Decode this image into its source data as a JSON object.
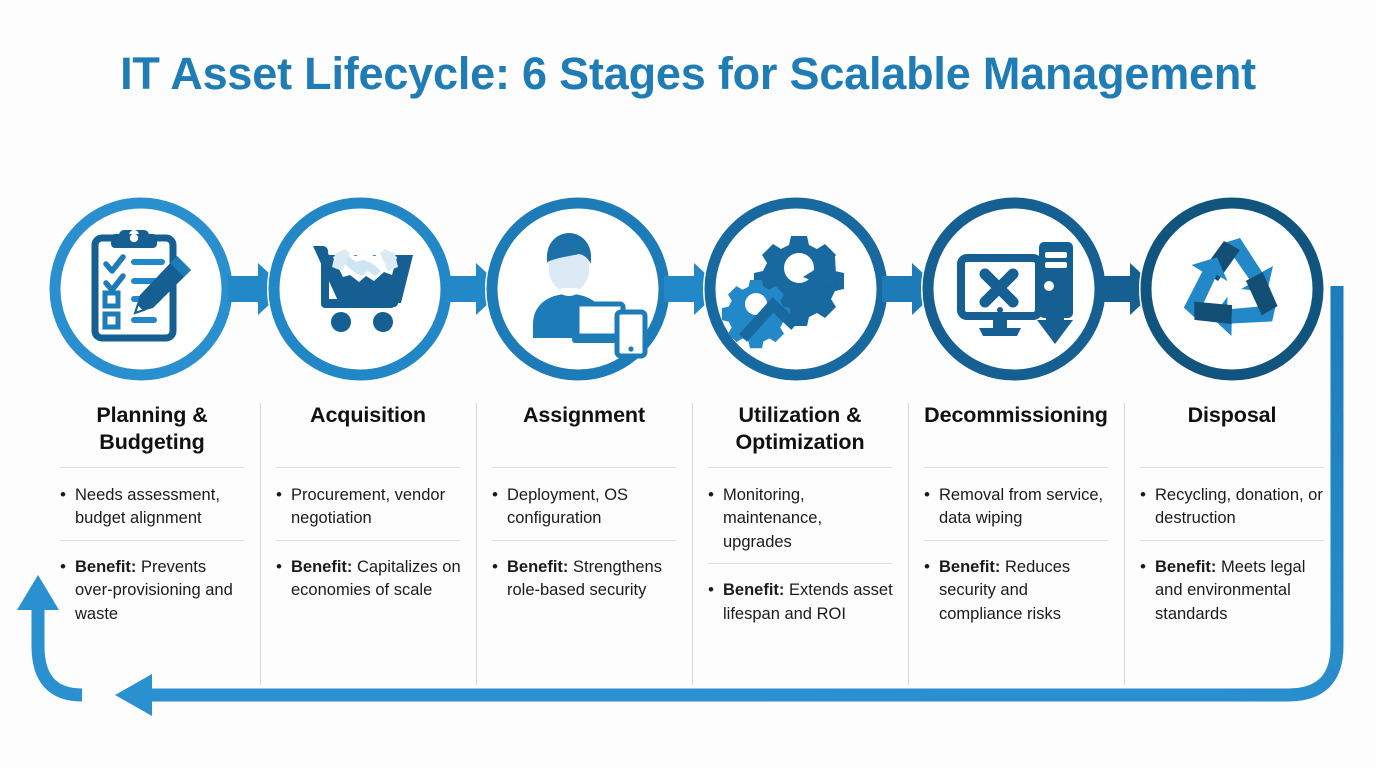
{
  "title": "IT Asset Lifecycle: 6 Stages for Scalable Management",
  "colors": {
    "title_blue": "#1f7cb5",
    "ring_1": "#2a8fce",
    "ring_2": "#2287c6",
    "ring_3": "#1d7bb8",
    "ring_4": "#18699f",
    "ring_5": "#155f92",
    "ring_6": "#11557f",
    "arrow_blue": "#2288c8",
    "loop_blue": "#2a8fce",
    "text_black": "#1b1b1b",
    "divider_gray": "#d9d9d9"
  },
  "stages": [
    {
      "icon": "clipboard-checklist-pencil-icon",
      "ring_color": "#2a8fce",
      "title": "Planning & Budgeting",
      "activity": "Needs assessment, budget alignment",
      "benefit_lead": "Benefit:",
      "benefit_text": " Prevents over-provisioning and waste"
    },
    {
      "icon": "shopping-cart-handshake-icon",
      "ring_color": "#2287c6",
      "title": "Acquisition",
      "activity": "Procurement, vendor negotiation",
      "benefit_lead": "Benefit:",
      "benefit_text": " Capitalizes on economies of scale"
    },
    {
      "icon": "user-devices-icon",
      "ring_color": "#1d7bb8",
      "title": "Assignment",
      "activity": "Deployment, OS configuration",
      "benefit_lead": "Benefit:",
      "benefit_text": " Strengthens role-based security"
    },
    {
      "icon": "gears-growth-arrow-icon",
      "ring_color": "#18699f",
      "title": "Utilization & Optimization",
      "activity": "Monitoring, maintenance, upgrades",
      "benefit_lead": "Benefit:",
      "benefit_text": " Extends asset lifespan and ROI"
    },
    {
      "icon": "monitor-error-server-download-icon",
      "ring_color": "#155f92",
      "title": "Decommissioning",
      "activity": "Removal from service, data wiping",
      "benefit_lead": "Benefit:",
      "benefit_text": " Reduces security and compliance risks"
    },
    {
      "icon": "recycling-icon",
      "ring_color": "#11557f",
      "title": "Disposal",
      "activity": "Recycling, donation, or destruction",
      "benefit_lead": "Benefit:",
      "benefit_text": " Meets legal and environmental standards"
    }
  ],
  "flow_arrows": [
    {
      "name": "arrow-planning-to-acquisition"
    },
    {
      "name": "arrow-acquisition-to-assignment"
    },
    {
      "name": "arrow-assignment-to-utilization"
    },
    {
      "name": "arrow-utilization-to-decommissioning"
    },
    {
      "name": "arrow-decommissioning-to-disposal"
    }
  ],
  "feedback_loop": {
    "name": "lifecycle-feedback-loop-arrow",
    "description": "Loop from Disposal back to Planning & Budgeting"
  }
}
